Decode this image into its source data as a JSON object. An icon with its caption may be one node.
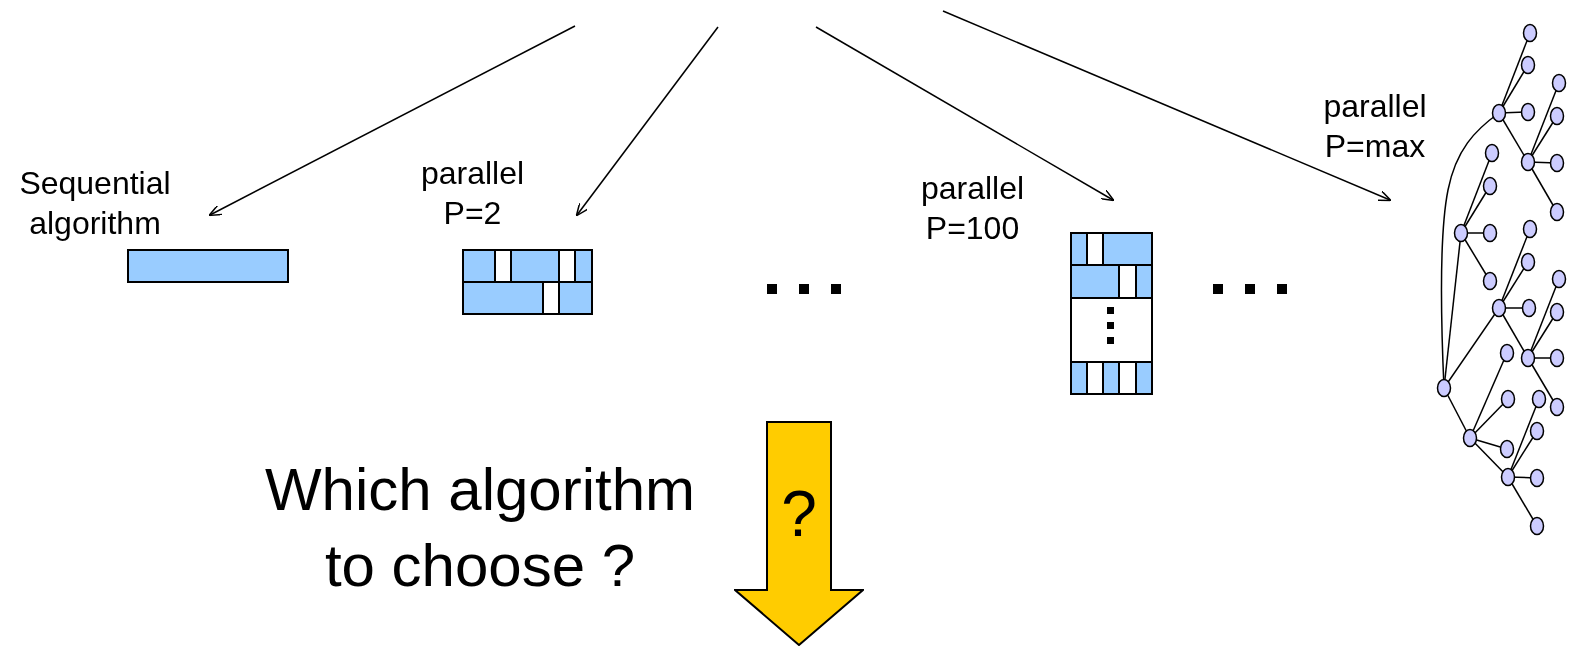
{
  "diagram": {
    "nodes": [
      {
        "text": [
          "Sequential algorithm"
        ]
      },
      {
        "text": [
          "parallel P=2"
        ]
      },
      {
        "text": [
          "parallel P=100"
        ]
      },
      {
        "text": [
          "parallel P=max"
        ]
      },
      {
        "text": [
          "?"
        ]
      }
    ],
    "edges": [
      {
        "from": null,
        "to": 0,
        "arrow": "to"
      },
      {
        "from": null,
        "to": 1,
        "arrow": "to"
      },
      {
        "from": null,
        "to": 2,
        "arrow": "to"
      },
      {
        "from": null,
        "to": 3,
        "arrow": "to"
      }
    ],
    "labels": [
      "Which algorithm to choose ?"
    ]
  }
}
